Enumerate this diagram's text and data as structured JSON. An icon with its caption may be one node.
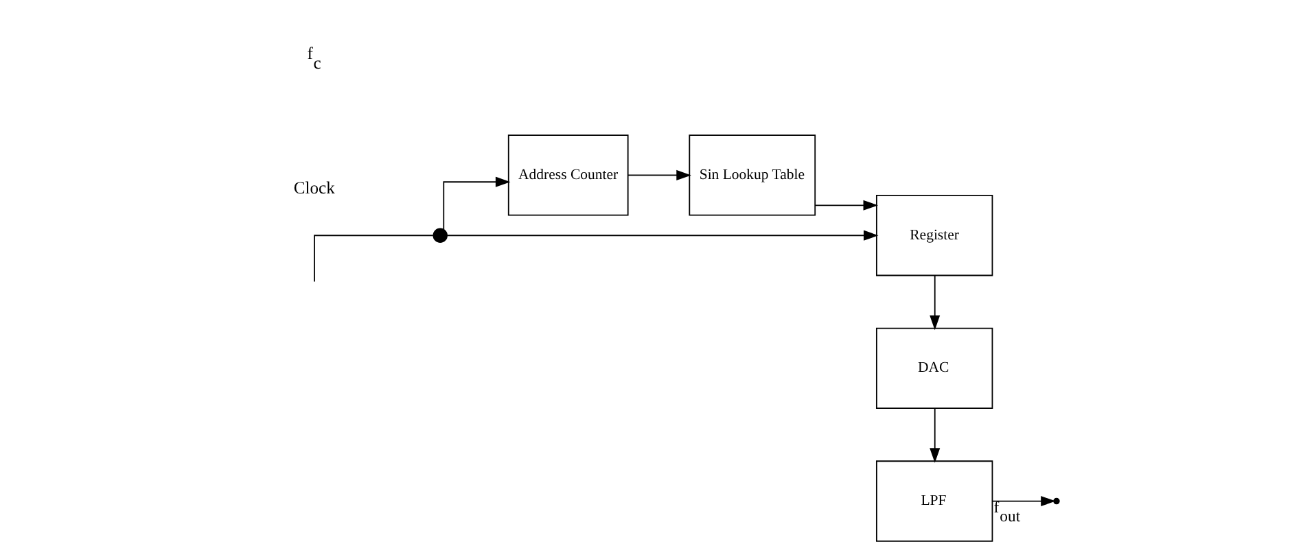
{
  "diagram": {
    "nodes": [
      {
        "text": [],
        "shape": "circle"
      },
      {
        "text": [
          "Address Counter"
        ]
      },
      {
        "text": [
          "Sin Lookup Table"
        ]
      },
      {
        "text": [
          "Register"
        ]
      },
      {
        "text": [
          "DAC"
        ]
      },
      {
        "text": [
          "LPF"
        ]
      }
    ],
    "edges": [
      {
        "from": null,
        "to": 0,
        "arrow": "none"
      },
      {
        "from": 0,
        "to": 1,
        "arrow": "to"
      },
      {
        "from": 0,
        "to": 3,
        "arrow": "to"
      },
      {
        "from": 1,
        "to": 2,
        "arrow": "to"
      },
      {
        "from": 2,
        "to": 3,
        "arrow": "to"
      },
      {
        "from": 3,
        "to": 4,
        "arrow": "to"
      },
      {
        "from": 4,
        "to": 5,
        "arrow": "to"
      },
      {
        "from": 5,
        "to": null,
        "arrow": "to",
        "label": "f$_{out}$"
      }
    ],
    "labels": [
      "Clock",
      "f$_{c}$"
    ]
  }
}
